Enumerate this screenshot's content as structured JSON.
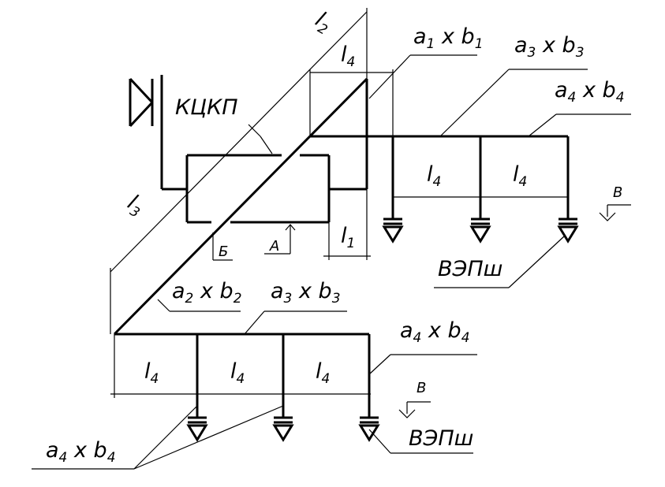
{
  "labels": {
    "kckp": "КЦКП",
    "vepsh": "ВЭПш",
    "dim_l": "l",
    "dim_4": "4",
    "dim_1": "1",
    "dim_2": "l2",
    "dim_3": "l3",
    "mark_a": "А",
    "mark_b": "Б",
    "mark_v": "В",
    "a": "a",
    "b": "b",
    "x": "x",
    "s1": "1",
    "s2": "2",
    "s3": "3",
    "s4": "4"
  }
}
